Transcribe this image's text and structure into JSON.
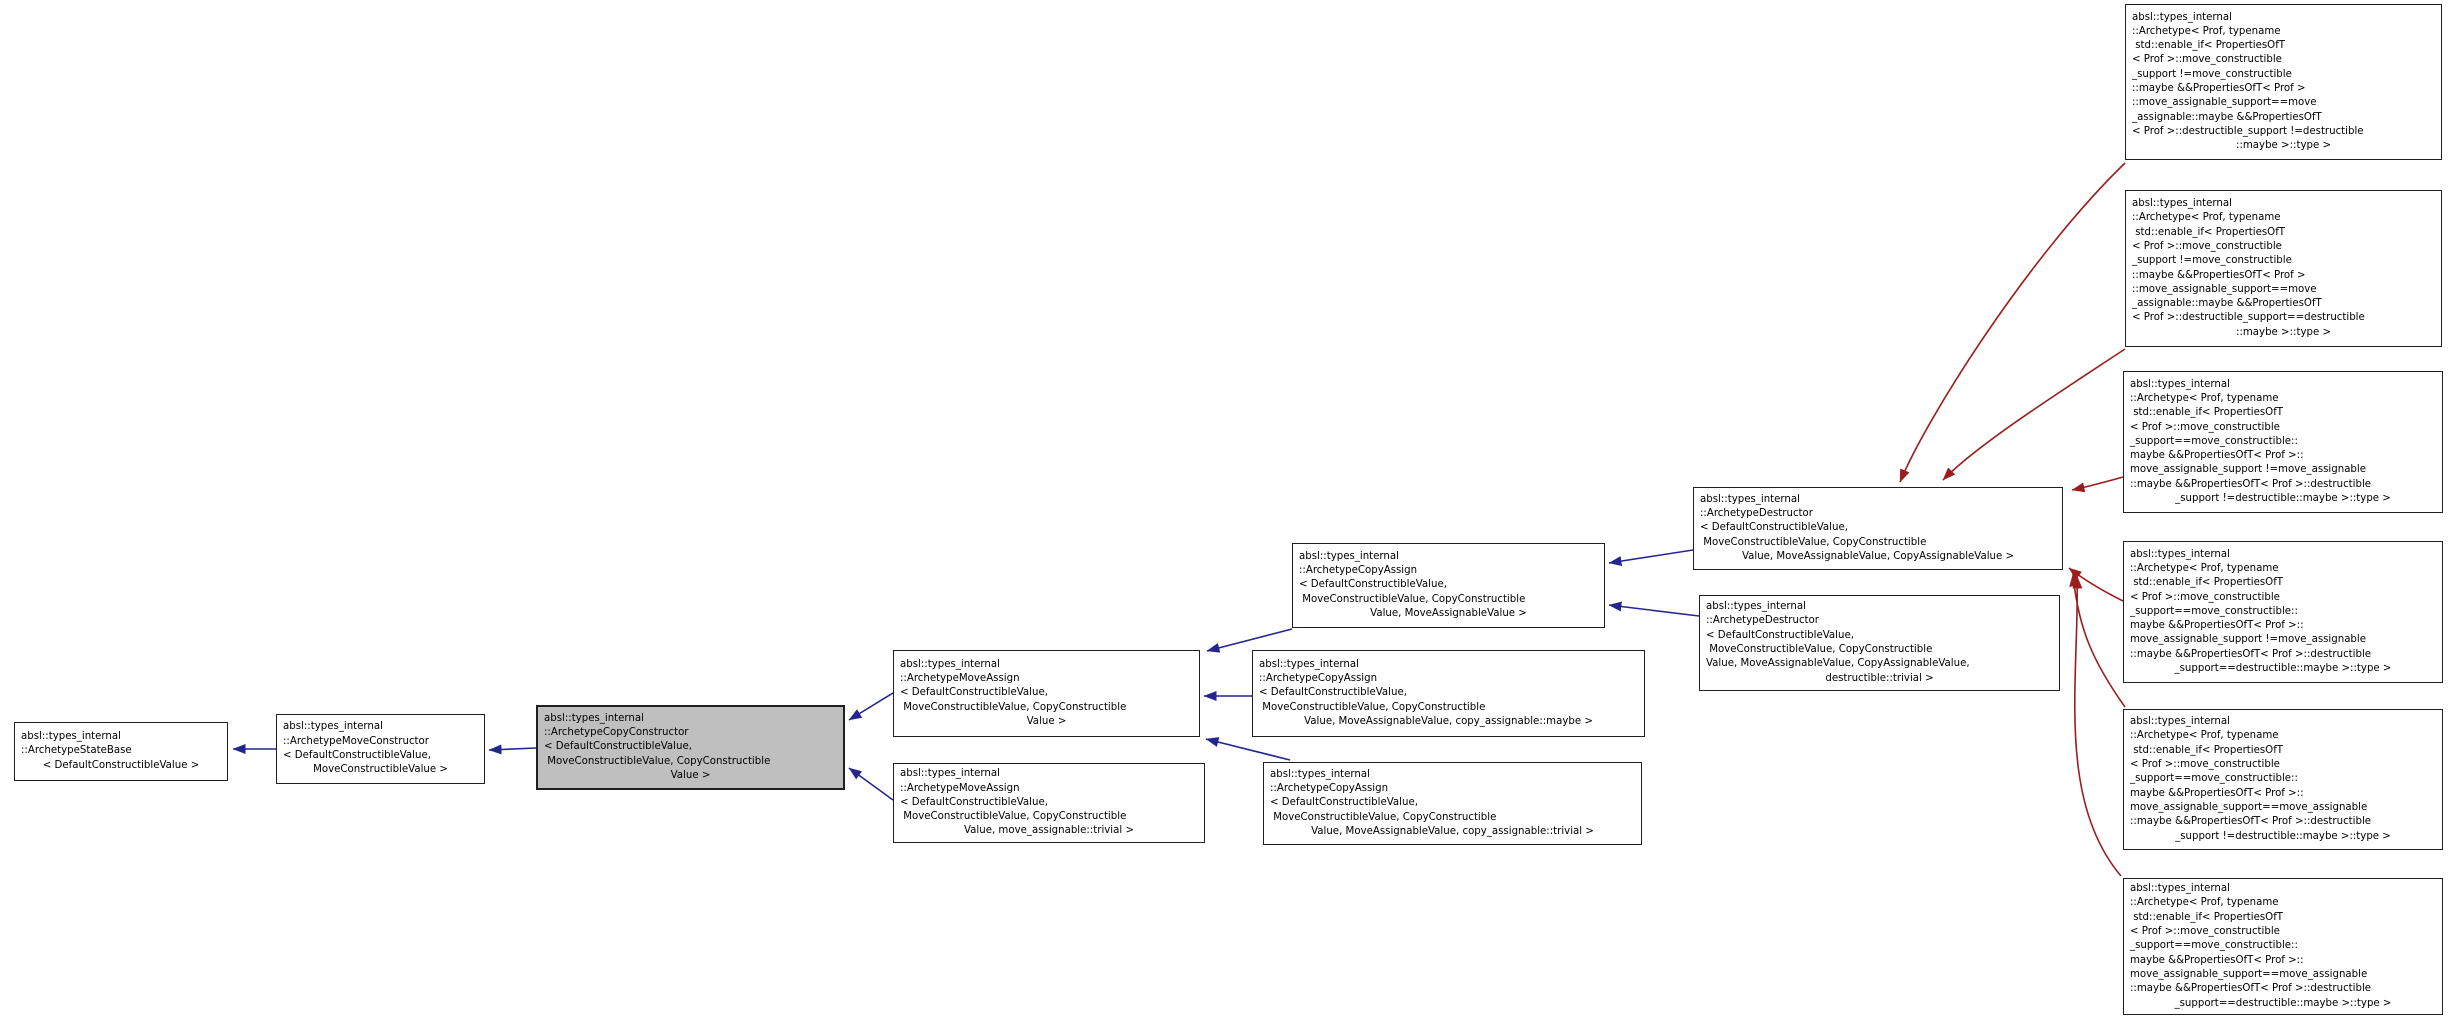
{
  "diagram": {
    "kind": "class-inheritance-graph",
    "colors": {
      "page_background": "#ffffff",
      "node_background": "#ffffff",
      "node_border": "#202020",
      "selected_node_background": "#bfbfbf",
      "text": "#000000",
      "edge_inheritance_blue": "#252591",
      "edge_inheritance_red": "#9b1d1d"
    },
    "nodes": [
      {
        "id": "state-base",
        "selected": false,
        "lines": [
          "absl::types_internal",
          "::ArchetypeStateBase",
          "< DefaultConstructibleValue >"
        ]
      },
      {
        "id": "move-constructor",
        "selected": false,
        "lines": [
          "absl::types_internal",
          "::ArchetypeMoveConstructor",
          "< DefaultConstructibleValue,",
          "MoveConstructibleValue >"
        ]
      },
      {
        "id": "copy-constructor",
        "selected": true,
        "lines": [
          "absl::types_internal",
          "::ArchetypeCopyConstructor",
          "< DefaultConstructibleValue,",
          " MoveConstructibleValue, CopyConstructible",
          "Value >"
        ]
      },
      {
        "id": "move-assign",
        "selected": false,
        "lines": [
          "absl::types_internal",
          "::ArchetypeMoveAssign",
          "< DefaultConstructibleValue,",
          " MoveConstructibleValue, CopyConstructible",
          "Value >"
        ]
      },
      {
        "id": "move-assign-trivial",
        "selected": false,
        "lines": [
          "absl::types_internal",
          "::ArchetypeMoveAssign",
          "< DefaultConstructibleValue,",
          " MoveConstructibleValue, CopyConstructible",
          "Value, move_assignable::trivial >"
        ]
      },
      {
        "id": "copy-assign",
        "selected": false,
        "lines": [
          "absl::types_internal",
          "::ArchetypeCopyAssign",
          "< DefaultConstructibleValue,",
          " MoveConstructibleValue, CopyConstructible",
          "Value, MoveAssignableValue >"
        ]
      },
      {
        "id": "copy-assign-maybe",
        "selected": false,
        "lines": [
          "absl::types_internal",
          "::ArchetypeCopyAssign",
          "< DefaultConstructibleValue,",
          " MoveConstructibleValue, CopyConstructible",
          "Value, MoveAssignableValue, copy_assignable::maybe >"
        ]
      },
      {
        "id": "copy-assign-trivial",
        "selected": false,
        "lines": [
          "absl::types_internal",
          "::ArchetypeCopyAssign",
          "< DefaultConstructibleValue,",
          " MoveConstructibleValue, CopyConstructible",
          "Value, MoveAssignableValue, copy_assignable::trivial >"
        ]
      },
      {
        "id": "destructor",
        "selected": false,
        "lines": [
          "absl::types_internal",
          "::ArchetypeDestructor",
          "< DefaultConstructibleValue,",
          " MoveConstructibleValue, CopyConstructible",
          "Value, MoveAssignableValue, CopyAssignableValue >"
        ]
      },
      {
        "id": "destructor-trivial",
        "selected": false,
        "lines": [
          "absl::types_internal",
          "::ArchetypeDestructor",
          "< DefaultConstructibleValue,",
          " MoveConstructibleValue, CopyConstructible",
          "Value, MoveAssignableValue, CopyAssignableValue,",
          "destructible::trivial >"
        ]
      },
      {
        "id": "archetype-1",
        "selected": false,
        "lines": [
          "absl::types_internal",
          "::Archetype< Prof, typename",
          " std::enable_if< PropertiesOfT",
          "< Prof >::move_constructible",
          "_support !=move_constructible",
          "::maybe &&PropertiesOfT< Prof >",
          "::move_assignable_support==move",
          "_assignable::maybe &&PropertiesOfT",
          "< Prof >::destructible_support !=destructible",
          "::maybe >::type >"
        ]
      },
      {
        "id": "archetype-2",
        "selected": false,
        "lines": [
          "absl::types_internal",
          "::Archetype< Prof, typename",
          " std::enable_if< PropertiesOfT",
          "< Prof >::move_constructible",
          "_support !=move_constructible",
          "::maybe &&PropertiesOfT< Prof >",
          "::move_assignable_support==move",
          "_assignable::maybe &&PropertiesOfT",
          "< Prof >::destructible_support==destructible",
          "::maybe >::type >"
        ]
      },
      {
        "id": "archetype-3",
        "selected": false,
        "lines": [
          "absl::types_internal",
          "::Archetype< Prof, typename",
          " std::enable_if< PropertiesOfT",
          "< Prof >::move_constructible",
          "_support==move_constructible::",
          "maybe &&PropertiesOfT< Prof >::",
          "move_assignable_support !=move_assignable",
          "::maybe &&PropertiesOfT< Prof >::destructible",
          "_support !=destructible::maybe >::type >"
        ]
      },
      {
        "id": "archetype-4",
        "selected": false,
        "lines": [
          "absl::types_internal",
          "::Archetype< Prof, typename",
          " std::enable_if< PropertiesOfT",
          "< Prof >::move_constructible",
          "_support==move_constructible::",
          "maybe &&PropertiesOfT< Prof >::",
          "move_assignable_support !=move_assignable",
          "::maybe &&PropertiesOfT< Prof >::destructible",
          "_support==destructible::maybe >::type >"
        ]
      },
      {
        "id": "archetype-5",
        "selected": false,
        "lines": [
          "absl::types_internal",
          "::Archetype< Prof, typename",
          " std::enable_if< PropertiesOfT",
          "< Prof >::move_constructible",
          "_support==move_constructible::",
          "maybe &&PropertiesOfT< Prof >::",
          "move_assignable_support==move_assignable",
          "::maybe &&PropertiesOfT< Prof >::destructible",
          "_support !=destructible::maybe >::type >"
        ]
      },
      {
        "id": "archetype-6",
        "selected": false,
        "lines": [
          "absl::types_internal",
          "::Archetype< Prof, typename",
          " std::enable_if< PropertiesOfT",
          "< Prof >::move_constructible",
          "_support==move_constructible::",
          "maybe &&PropertiesOfT< Prof >::",
          "move_assignable_support==move_assignable",
          "::maybe &&PropertiesOfT< Prof >::destructible",
          "_support==destructible::maybe >::type >"
        ]
      }
    ],
    "edges": [
      {
        "from": "move-constructor",
        "to": "state-base",
        "color": "#252591"
      },
      {
        "from": "copy-constructor",
        "to": "move-constructor",
        "color": "#252591"
      },
      {
        "from": "move-assign",
        "to": "copy-constructor",
        "color": "#252591"
      },
      {
        "from": "move-assign-trivial",
        "to": "copy-constructor",
        "color": "#252591"
      },
      {
        "from": "copy-assign",
        "to": "move-assign",
        "color": "#252591"
      },
      {
        "from": "copy-assign-maybe",
        "to": "move-assign",
        "color": "#252591"
      },
      {
        "from": "copy-assign-trivial",
        "to": "move-assign",
        "color": "#252591"
      },
      {
        "from": "destructor",
        "to": "copy-assign",
        "color": "#252591"
      },
      {
        "from": "destructor-trivial",
        "to": "copy-assign",
        "color": "#252591"
      },
      {
        "from": "archetype-1",
        "to": "destructor",
        "color": "#9b1d1d"
      },
      {
        "from": "archetype-2",
        "to": "destructor",
        "color": "#9b1d1d"
      },
      {
        "from": "archetype-3",
        "to": "destructor",
        "color": "#9b1d1d"
      },
      {
        "from": "archetype-4",
        "to": "destructor",
        "color": "#9b1d1d"
      },
      {
        "from": "archetype-5",
        "to": "destructor",
        "color": "#9b1d1d"
      },
      {
        "from": "archetype-6",
        "to": "destructor",
        "color": "#9b1d1d"
      }
    ]
  }
}
